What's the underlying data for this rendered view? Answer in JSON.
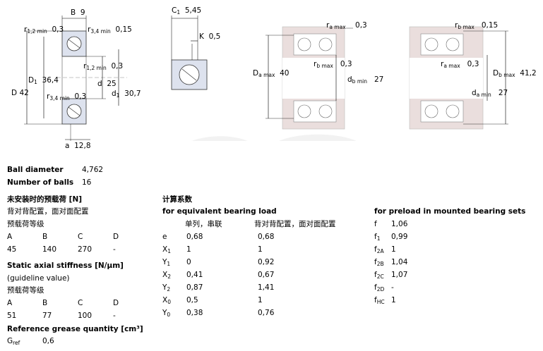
{
  "drawing1": {
    "B": "B",
    "B_val": "9",
    "r12": "r",
    "r12_sub": "1,2 min",
    "r12_val": "0,3",
    "r34": "r",
    "r34_sub": "3,4 min",
    "r34_val": "0,15",
    "D1": "D",
    "D1_sub": "1",
    "D1_val": "36,4",
    "r12b": "r",
    "r12b_sub": "1,2 min",
    "r12b_val": "0,3",
    "d": "d",
    "d_val": "25",
    "d1": "d",
    "d1_sub": "1",
    "d1_val": "30,7",
    "D": "D",
    "D_val": "42",
    "r34b": "r",
    "r34b_sub": "3,4 min",
    "r34b_val": "0,3",
    "a": "a",
    "a_val": "12,8"
  },
  "drawing2": {
    "C1": "C",
    "C1_sub": "1",
    "C1_val": "5,45",
    "K": "K",
    "K_val": "0,5"
  },
  "drawing3": {
    "ra": "r",
    "ra_sub": "a max",
    "ra_val": "0,3",
    "Da": "D",
    "Da_sub": "a max",
    "Da_val": "40",
    "rb": "r",
    "rb_sub": "b max",
    "rb_val": "0,3",
    "db": "d",
    "db_sub": "b min",
    "db_val": "27"
  },
  "drawing4": {
    "rb": "r",
    "rb_sub": "b max",
    "rb_val": "0,15",
    "ra": "r",
    "ra_sub": "a max",
    "ra_val": "0,3",
    "Db": "D",
    "Db_sub": "b max",
    "Db_val": "41,2",
    "da": "d",
    "da_sub": "a min",
    "da_val": "27"
  },
  "left": {
    "ball_diameter_label": "Ball diameter",
    "ball_diameter_value": "4,762",
    "number_of_balls_label": "Number of balls",
    "number_of_balls_value": "16",
    "preload_title": "未安装时的预载荷 [N]",
    "preload_sub": "背对背配置，面对面配置",
    "preload_class": "预载荷等级",
    "preload_headers": [
      "A",
      "B",
      "C",
      "D"
    ],
    "preload_values": [
      "45",
      "140",
      "270",
      "-"
    ],
    "stiffness_title": "Static axial stiffness [N/μm]",
    "stiffness_sub": "(guideline value)",
    "stiffness_class": "预载荷等级",
    "stiffness_headers": [
      "A",
      "B",
      "C",
      "D"
    ],
    "stiffness_values": [
      "51",
      "77",
      "100",
      "-"
    ],
    "grease_title": "Reference grease quantity [cm³]",
    "gref_label": "G",
    "gref_sub": "ref",
    "gref_value": "0,6"
  },
  "middle": {
    "title": "计算系数",
    "subtitle": "for equivalent bearing load",
    "col1": "单列，串联",
    "col2": "背对背配置，面对面配置",
    "rows": [
      {
        "sym": "e",
        "sub": "",
        "v1": "0,68",
        "v2": "0,68"
      },
      {
        "sym": "X",
        "sub": "1",
        "v1": "1",
        "v2": "1"
      },
      {
        "sym": "Y",
        "sub": "1",
        "v1": "0",
        "v2": "0,92"
      },
      {
        "sym": "X",
        "sub": "2",
        "v1": "0,41",
        "v2": "0,67"
      },
      {
        "sym": "Y",
        "sub": "2",
        "v1": "0,87",
        "v2": "1,41"
      },
      {
        "sym": "X",
        "sub": "0",
        "v1": "0,5",
        "v2": "1"
      },
      {
        "sym": "Y",
        "sub": "0",
        "v1": "0,38",
        "v2": "0,76"
      }
    ]
  },
  "right": {
    "subtitle": "for preload in mounted bearing sets",
    "rows": [
      {
        "sym": "f",
        "sub": "",
        "v": "1,06"
      },
      {
        "sym": "f",
        "sub": "1",
        "v": "0,99"
      },
      {
        "sym": "f",
        "sub": "2A",
        "v": "1"
      },
      {
        "sym": "f",
        "sub": "2B",
        "v": "1,04"
      },
      {
        "sym": "f",
        "sub": "2C",
        "v": "1,07"
      },
      {
        "sym": "f",
        "sub": "2D",
        "v": "-"
      },
      {
        "sym": "f",
        "sub": "HC",
        "v": "1"
      }
    ]
  }
}
